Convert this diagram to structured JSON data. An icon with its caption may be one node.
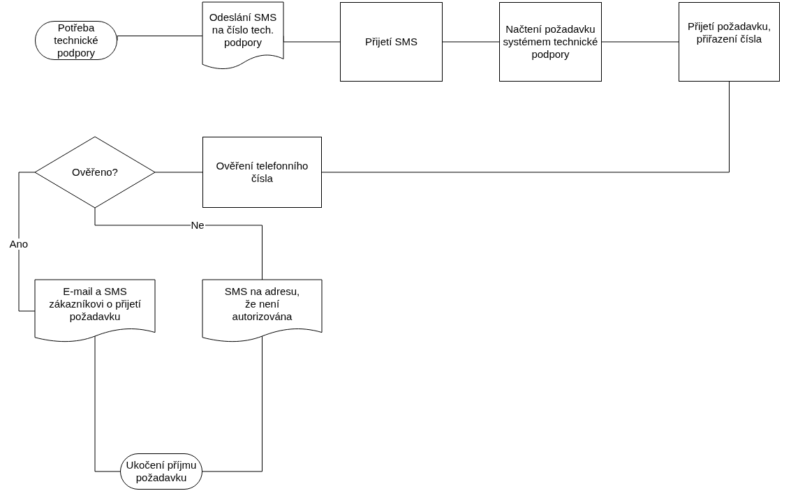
{
  "diagram": {
    "nodes": [
      {
        "text": [
          "Potřeba technické podpory"
        ]
      },
      {
        "text": [
          "Odeslání SMS na číslo tech. podpory"
        ]
      },
      {
        "text": [
          "Přijetí SMS"
        ]
      },
      {
        "text": [
          "Načtení požadavku systémem technické podpory"
        ]
      },
      {
        "text": [
          "Přijetí požadavku, přiřazení čísla"
        ]
      },
      {
        "text": [
          "Ověření telefonního čísla"
        ]
      },
      {
        "text": [
          "Ověřeno?"
        ]
      },
      {
        "text": [
          "E-mail a SMS zákazníkovi o přijetí požadavku"
        ]
      },
      {
        "text": [
          "SMS na adresu, že není autorizována"
        ]
      },
      {
        "text": [
          "Ukočení příjmu požadavku"
        ]
      }
    ],
    "edges": [
      {
        "from": 0,
        "to": 1,
        "arrow": "none"
      },
      {
        "from": 1,
        "to": 2,
        "arrow": "none"
      },
      {
        "from": 2,
        "to": 3,
        "arrow": "none"
      },
      {
        "from": 3,
        "to": 4,
        "arrow": "none"
      },
      {
        "from": 4,
        "to": 5,
        "arrow": "none"
      },
      {
        "from": 5,
        "to": 6,
        "arrow": "none"
      },
      {
        "from": 6,
        "to": 7,
        "arrow": "none",
        "label": "Ano"
      },
      {
        "from": 6,
        "to": 8,
        "arrow": "none",
        "label": "Ne"
      },
      {
        "from": 7,
        "to": 9,
        "arrow": "none"
      },
      {
        "from": 8,
        "to": 9,
        "arrow": "none"
      }
    ]
  }
}
